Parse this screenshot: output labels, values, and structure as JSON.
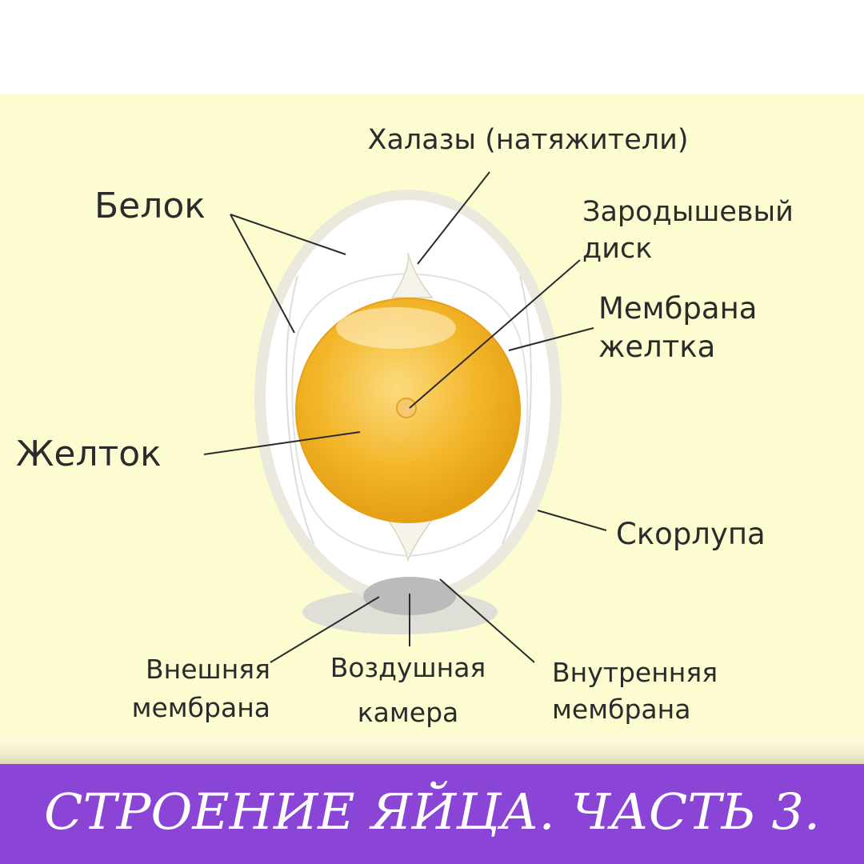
{
  "labels": {
    "chalazae": "Халазы (натяжители)",
    "albumen": "Белок",
    "germinal_disc_1": "Зародышевый",
    "germinal_disc_2": "диск",
    "yolk_membrane_1": "Мембрана",
    "yolk_membrane_2": "желтка",
    "yolk": "Желток",
    "shell": "Скорлупа",
    "outer_membrane_1": "Внешняя",
    "outer_membrane_2": "мембрана",
    "air_cell_1": "Воздушная",
    "air_cell_2": "камера",
    "inner_membrane_1": "Внутренняя",
    "inner_membrane_2": "мембрана"
  },
  "banner": {
    "title": "СТРОЕНИЕ ЯЙЦА. ЧАСТЬ 3."
  },
  "colors": {
    "panel_background": "#fdfbd0",
    "banner_background": "#8b45d6",
    "yolk": "#f0b424",
    "shell": "#e9e6dc",
    "air_cell": "#b9b9b9"
  }
}
